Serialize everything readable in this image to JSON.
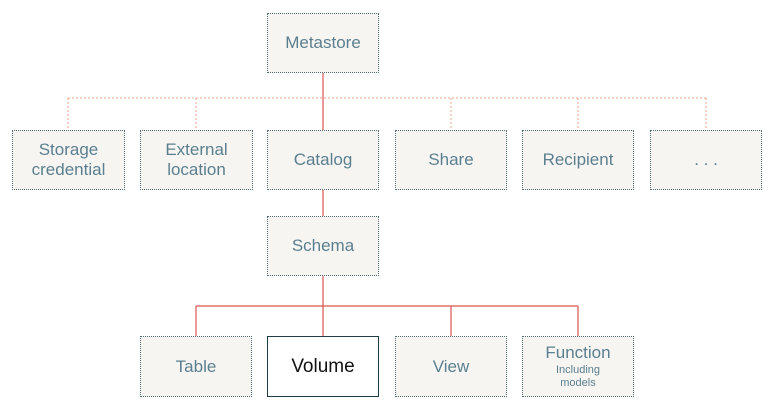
{
  "colors": {
    "node_fill": "#f6f5f2",
    "node_text": "#5b7f8f",
    "solid_line": "#d9534f",
    "dotted_line": "#e8a48a",
    "selected_border": "#1f3a48"
  },
  "nodes": {
    "metastore": "Metastore",
    "storage_credential": "Storage\ncredential",
    "external_location": "External\nlocation",
    "catalog": "Catalog",
    "share": "Share",
    "recipient": "Recipient",
    "more": ". . .",
    "schema": "Schema",
    "table": "Table",
    "volume": "Volume",
    "view": "View",
    "function": "Function",
    "function_sub": "Including\nmodels"
  },
  "selected_node": "volume"
}
